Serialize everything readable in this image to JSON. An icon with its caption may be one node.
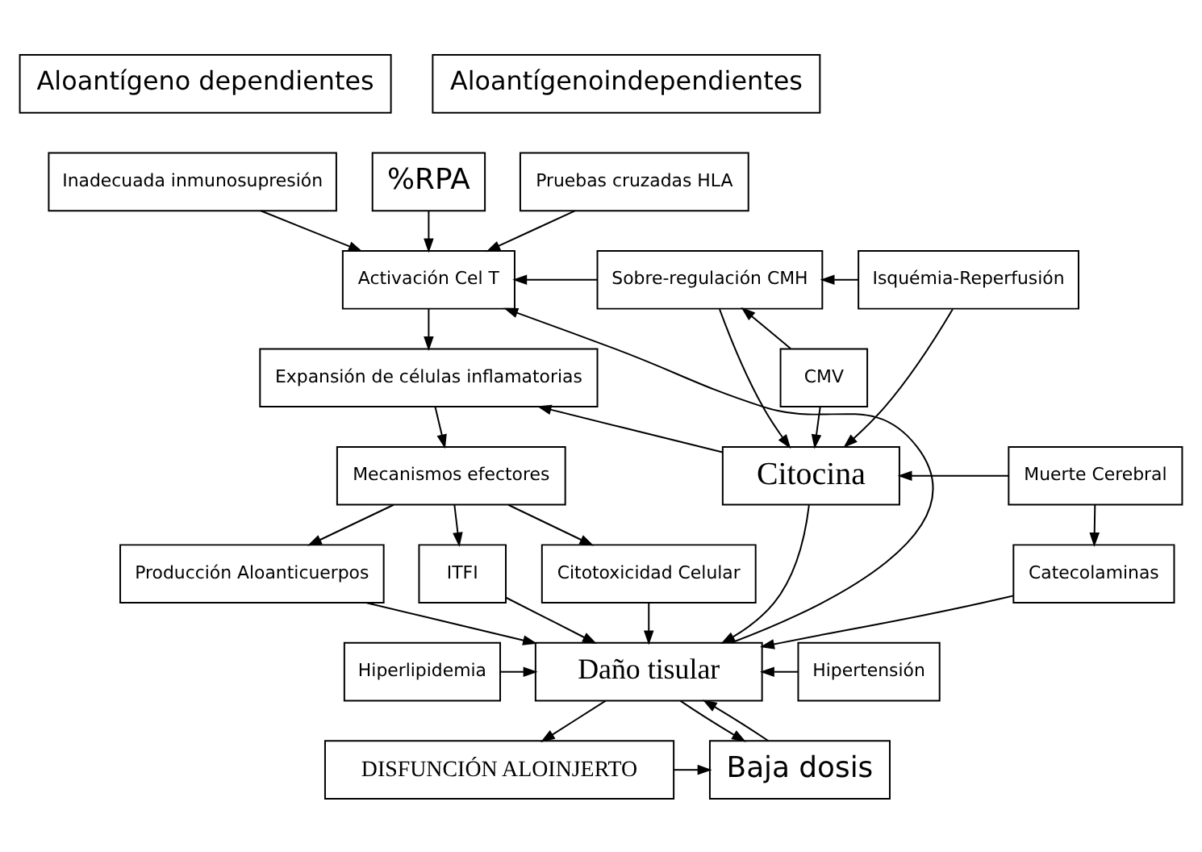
{
  "diagram": {
    "nodes": [
      {
        "text": [
          "Aloantígeno dependientes"
        ]
      },
      {
        "text": [
          "Aloantígenoindependientes"
        ]
      },
      {
        "text": [
          "Inadecuada inmunosupresión"
        ]
      },
      {
        "text": [
          "%RPA"
        ]
      },
      {
        "text": [
          "Pruebas cruzadas HLA"
        ]
      },
      {
        "text": [
          "Activación Cel T"
        ]
      },
      {
        "text": [
          "Sobre-regulación CMH"
        ]
      },
      {
        "text": [
          "Isquémia-Reperfusión"
        ]
      },
      {
        "text": [
          "Expansión de células inflamatorias"
        ]
      },
      {
        "text": [
          "CMV"
        ]
      },
      {
        "text": [
          "Citocina"
        ]
      },
      {
        "text": [
          "Mecanismos efectores"
        ]
      },
      {
        "text": [
          "Muerte Cerebral"
        ]
      },
      {
        "text": [
          "Producción Aloanticuerpos"
        ]
      },
      {
        "text": [
          "ITFI"
        ]
      },
      {
        "text": [
          "Citotoxicidad Celular"
        ]
      },
      {
        "text": [
          "Catecolaminas"
        ]
      },
      {
        "text": [
          "Hiperlipidemia"
        ]
      },
      {
        "text": [
          "Daño tisular"
        ]
      },
      {
        "text": [
          "Hipertensión"
        ]
      },
      {
        "text": [
          "DISFUNCIÓN ALOINJERTO"
        ]
      },
      {
        "text": [
          "Baja dosis"
        ]
      }
    ],
    "edges": [
      {
        "from": 2,
        "to": 5,
        "arrow": "to"
      },
      {
        "from": 3,
        "to": 5,
        "arrow": "to"
      },
      {
        "from": 4,
        "to": 5,
        "arrow": "to"
      },
      {
        "from": 6,
        "to": 5,
        "arrow": "to"
      },
      {
        "from": 7,
        "to": 6,
        "arrow": "to"
      },
      {
        "from": 7,
        "to": 10,
        "arrow": "to"
      },
      {
        "from": 5,
        "to": 8,
        "arrow": "to"
      },
      {
        "from": 10,
        "to": 8,
        "arrow": "to"
      },
      {
        "from": 6,
        "to": 10,
        "arrow": "to"
      },
      {
        "from": 9,
        "to": 6,
        "arrow": "to"
      },
      {
        "from": 9,
        "to": 10,
        "arrow": "to"
      },
      {
        "from": 12,
        "to": 10,
        "arrow": "to"
      },
      {
        "from": 8,
        "to": 11,
        "arrow": "to"
      },
      {
        "from": 11,
        "to": 13,
        "arrow": "to"
      },
      {
        "from": 11,
        "to": 14,
        "arrow": "to"
      },
      {
        "from": 11,
        "to": 15,
        "arrow": "to"
      },
      {
        "from": 12,
        "to": 16,
        "arrow": "to"
      },
      {
        "from": 13,
        "to": 18,
        "arrow": "to"
      },
      {
        "from": 14,
        "to": 18,
        "arrow": "to"
      },
      {
        "from": 15,
        "to": 18,
        "arrow": "to"
      },
      {
        "from": 10,
        "to": 18,
        "arrow": "to"
      },
      {
        "from": 17,
        "to": 18,
        "arrow": "to"
      },
      {
        "from": 19,
        "to": 18,
        "arrow": "to"
      },
      {
        "from": 16,
        "to": 18,
        "arrow": "to"
      },
      {
        "from": 18,
        "to": 5,
        "arrow": "to"
      },
      {
        "from": 21,
        "to": 18,
        "arrow": "to"
      },
      {
        "from": 18,
        "to": 20,
        "arrow": "to"
      },
      {
        "from": 18,
        "to": 21,
        "arrow": "to"
      },
      {
        "from": 20,
        "to": 21,
        "arrow": "to"
      }
    ]
  }
}
